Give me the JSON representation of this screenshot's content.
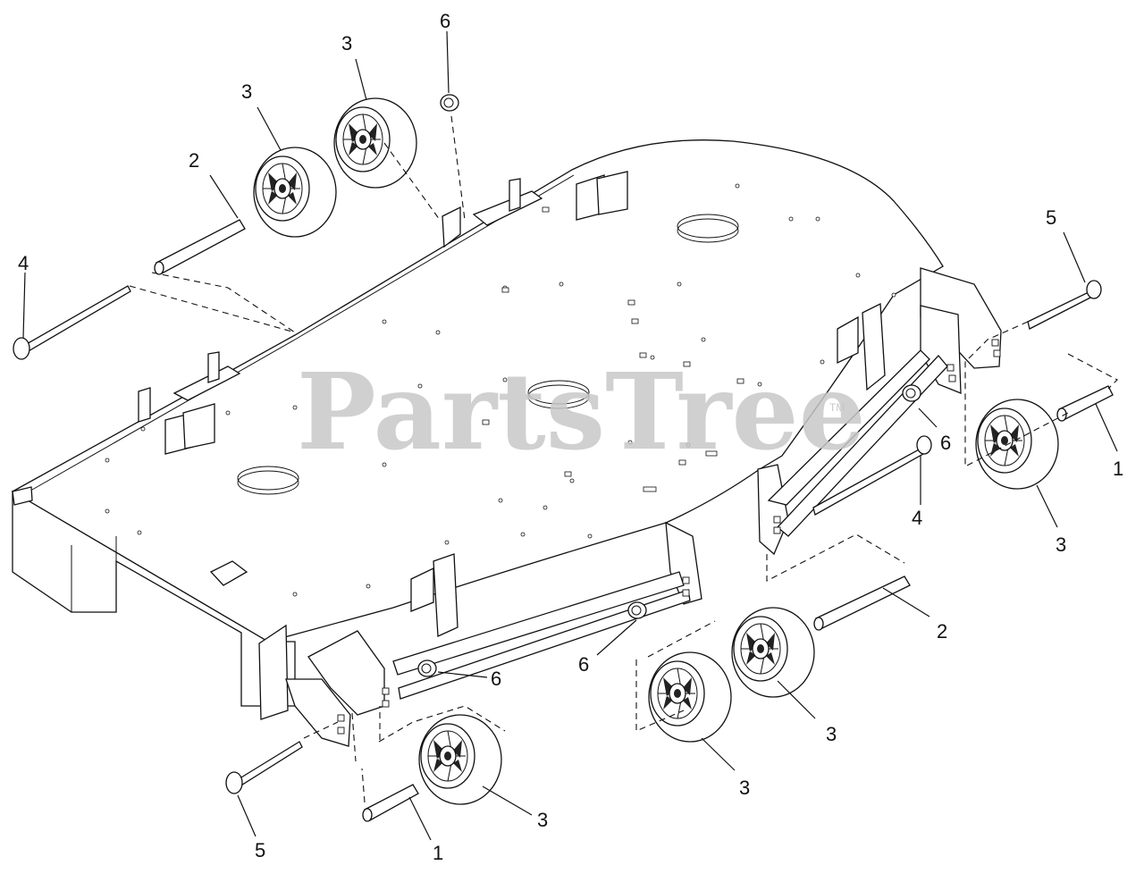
{
  "watermark": {
    "text": "PartsTree",
    "trademark": "TM"
  },
  "callouts": [
    {
      "id": "c-1a",
      "label": "1"
    },
    {
      "id": "c-1b",
      "label": "1"
    },
    {
      "id": "c-2a",
      "label": "2"
    },
    {
      "id": "c-2b",
      "label": "2"
    },
    {
      "id": "c-3a",
      "label": "3"
    },
    {
      "id": "c-3b",
      "label": "3"
    },
    {
      "id": "c-3c",
      "label": "3"
    },
    {
      "id": "c-3d",
      "label": "3"
    },
    {
      "id": "c-3e",
      "label": "3"
    },
    {
      "id": "c-3f",
      "label": "3"
    },
    {
      "id": "c-4a",
      "label": "4"
    },
    {
      "id": "c-4b",
      "label": "4"
    },
    {
      "id": "c-5a",
      "label": "5"
    },
    {
      "id": "c-5b",
      "label": "5"
    },
    {
      "id": "c-6a",
      "label": "6"
    },
    {
      "id": "c-6b",
      "label": "6"
    },
    {
      "id": "c-6c",
      "label": "6"
    },
    {
      "id": "c-6d",
      "label": "6"
    }
  ],
  "colors": {
    "line": "#111111",
    "watermark": "#c8c8c8",
    "background": "#ffffff"
  }
}
